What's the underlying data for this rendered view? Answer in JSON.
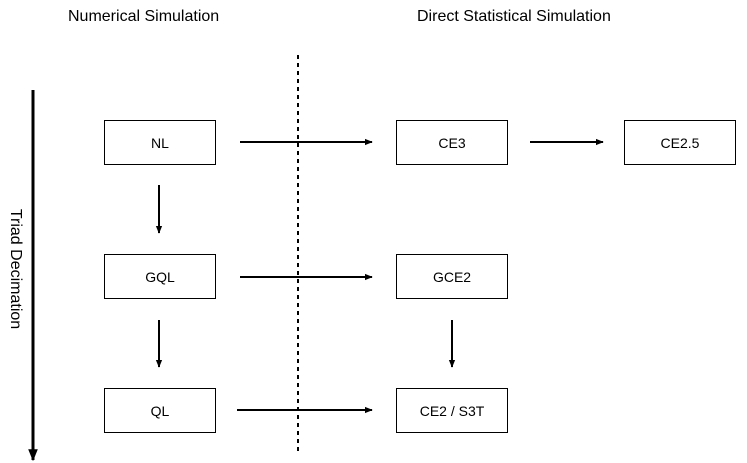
{
  "headings": {
    "left": "Numerical Simulation",
    "right": "Direct Statistical Simulation"
  },
  "side_label": "Triad Decimation",
  "nodes": {
    "nl": "NL",
    "gql": "GQL",
    "ql": "QL",
    "ce3": "CE3",
    "ce25": "CE2.5",
    "gce2": "GCE2",
    "ce2s3t": "CE2 / S3T"
  }
}
